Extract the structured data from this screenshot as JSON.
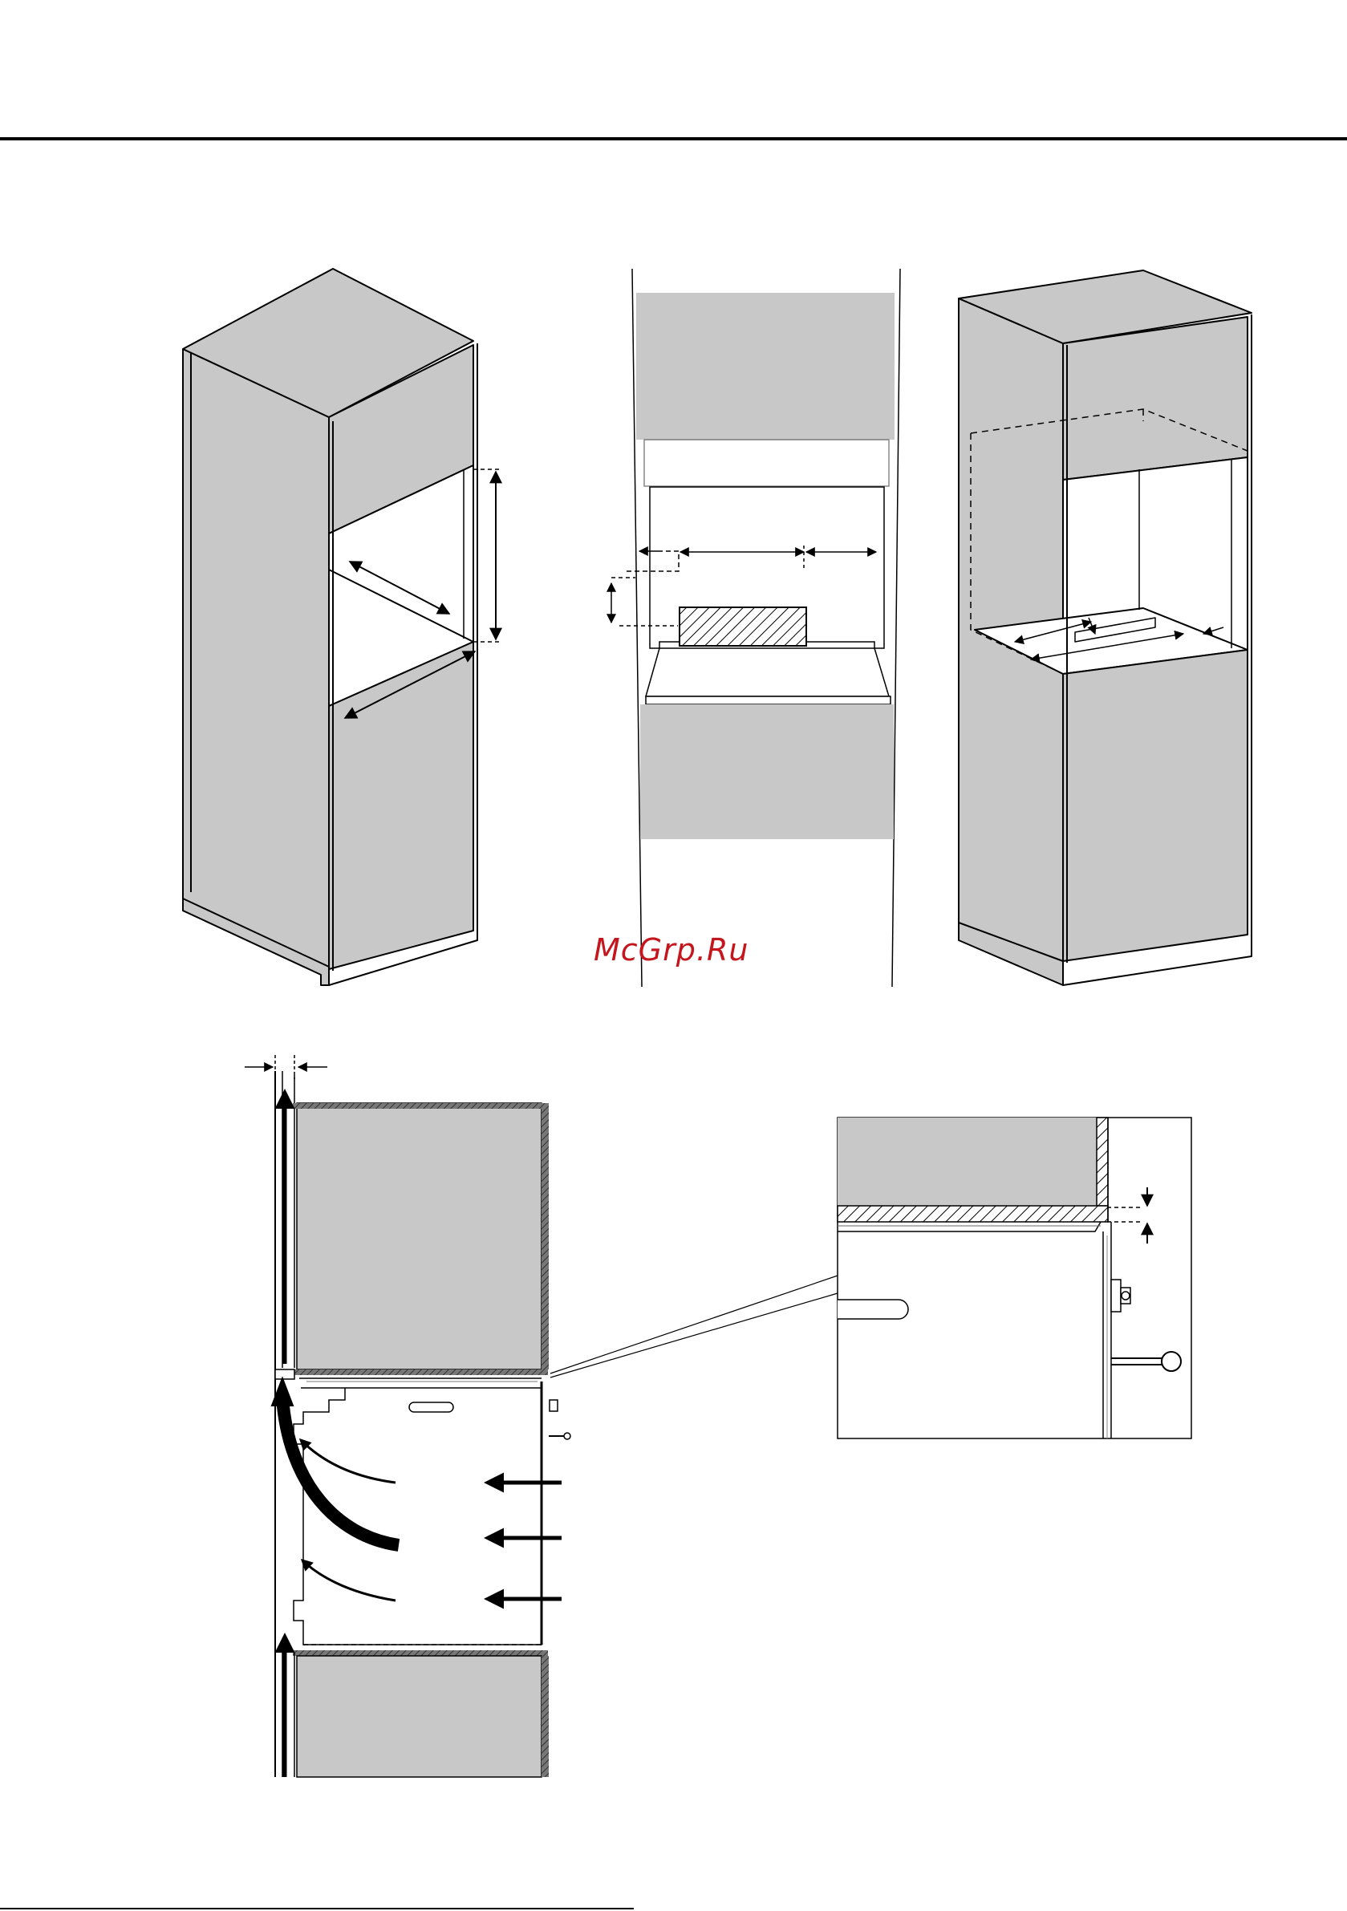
{
  "watermark": {
    "text": "McGrp.Ru",
    "color": "#c4161c"
  },
  "colors": {
    "panel_fill": "#c8c8c8",
    "line": "#000000",
    "background": "#ffffff"
  },
  "figures": [
    {
      "id": "column-cabinet-perspective",
      "icon": "built-in-cabinet-icon"
    },
    {
      "id": "niche-front-view",
      "icon": "niche-dimensions-icon"
    },
    {
      "id": "column-cabinet-open-niche",
      "icon": "niche-depth-icon"
    },
    {
      "id": "ventilation-section",
      "icon": "airflow-icon"
    },
    {
      "id": "detail-gap-zoom",
      "icon": "gap-detail-icon"
    }
  ]
}
